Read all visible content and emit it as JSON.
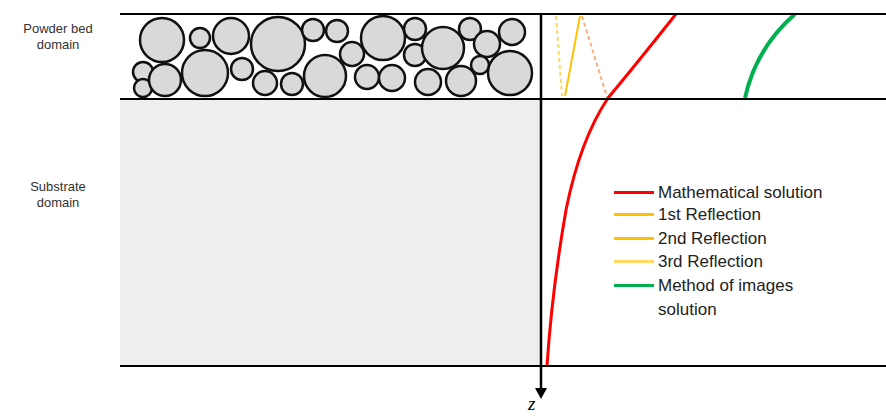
{
  "diagram": {
    "nodes": [
      {
        "text": [
          "Powder bed domain"
        ]
      },
      {
        "text": [
          "Substrate domain"
        ]
      }
    ],
    "labels": [
      "z"
    ],
    "legend": [
      {
        "text": "Mathematical solution"
      },
      {
        "text": "1st Reflection"
      },
      {
        "text": "2nd Reflection"
      },
      {
        "text": "3rd Reflection"
      },
      {
        "text": "Method of images solution"
      }
    ]
  }
}
